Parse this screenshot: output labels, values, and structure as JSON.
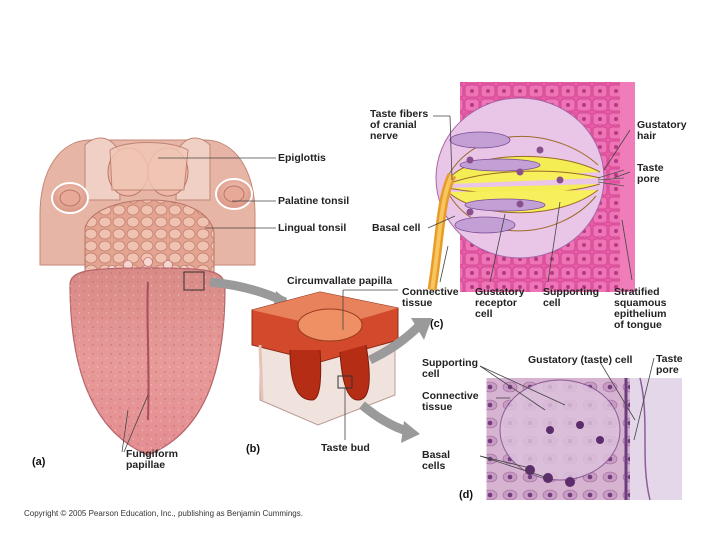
{
  "labels": {
    "epiglottis": "Epiglottis",
    "palatine_tonsil": "Palatine tonsil",
    "lingual_tonsil": "Lingual tonsil",
    "fungiform_papillae": "Fungiform\npapillae",
    "circumvallate_papilla": "Circumvallate papilla",
    "taste_bud": "Taste bud",
    "taste_fibers": "Taste fibers\nof cranial\nnerve",
    "basal_cell_c": "Basal cell",
    "connective_tissue_c": "Connective\ntissue",
    "gustatory_receptor_cell": "Gustatory\nreceptor\ncell",
    "supporting_cell_c": "Supporting\ncell",
    "gustatory_hair": "Gustatory\nhair",
    "taste_pore_c": "Taste\npore",
    "stratified_epithelium": "Stratified\nsquamous\nepithelium\nof tongue",
    "supporting_cell_d": "Supporting\ncell",
    "gustatory_taste_cell": "Gustatory (taste) cell",
    "taste_pore_d": "Taste\npore",
    "connective_tissue_d": "Connective\ntissue",
    "basal_cells_d": "Basal\ncells"
  },
  "panels": {
    "a": "(a)",
    "b": "(b)",
    "c": "(c)",
    "d": "(d)"
  },
  "copyright": "Copyright © 2005 Pearson Education, Inc., publishing as Benjamin Cummings."
}
